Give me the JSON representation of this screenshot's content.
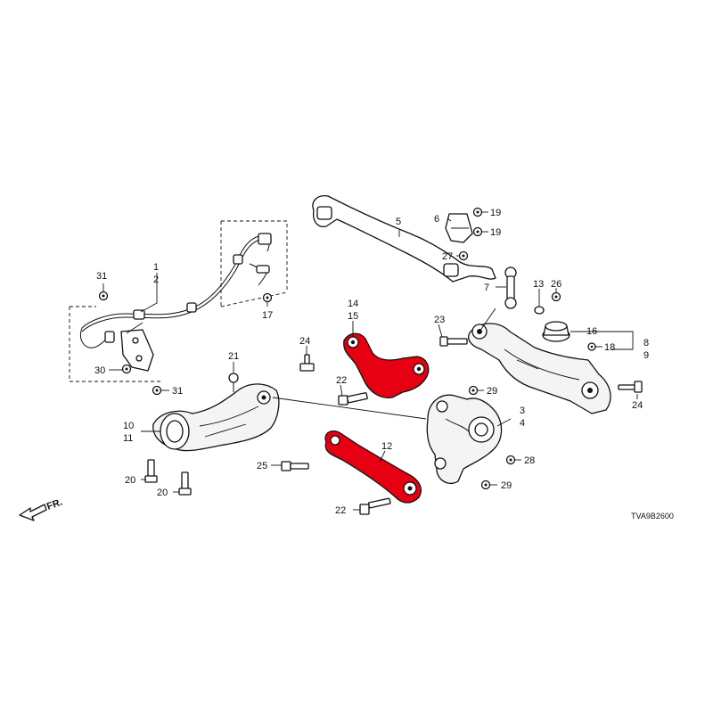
{
  "diagram": {
    "code": "TVA9B2600",
    "front_label": "FR.",
    "highlight_color": "#e60012",
    "callouts": [
      {
        "id": "c1",
        "text": "1"
      },
      {
        "id": "c2",
        "text": "2"
      },
      {
        "id": "c3",
        "text": "3"
      },
      {
        "id": "c4",
        "text": "4"
      },
      {
        "id": "c5",
        "text": "5"
      },
      {
        "id": "c6",
        "text": "6"
      },
      {
        "id": "c7",
        "text": "7"
      },
      {
        "id": "c8",
        "text": "8"
      },
      {
        "id": "c9",
        "text": "9"
      },
      {
        "id": "c10",
        "text": "10"
      },
      {
        "id": "c11",
        "text": "11"
      },
      {
        "id": "c12",
        "text": "12"
      },
      {
        "id": "c13",
        "text": "13"
      },
      {
        "id": "c14",
        "text": "14"
      },
      {
        "id": "c15",
        "text": "15"
      },
      {
        "id": "c16",
        "text": "16"
      },
      {
        "id": "c17",
        "text": "17"
      },
      {
        "id": "c18",
        "text": "18"
      },
      {
        "id": "c19a",
        "text": "19"
      },
      {
        "id": "c19b",
        "text": "19"
      },
      {
        "id": "c20a",
        "text": "20"
      },
      {
        "id": "c20b",
        "text": "20"
      },
      {
        "id": "c21",
        "text": "21"
      },
      {
        "id": "c22a",
        "text": "22"
      },
      {
        "id": "c22b",
        "text": "22"
      },
      {
        "id": "c23",
        "text": "23"
      },
      {
        "id": "c24a",
        "text": "24"
      },
      {
        "id": "c24b",
        "text": "24"
      },
      {
        "id": "c25",
        "text": "25"
      },
      {
        "id": "c26",
        "text": "26"
      },
      {
        "id": "c27",
        "text": "27"
      },
      {
        "id": "c28",
        "text": "28"
      },
      {
        "id": "c29a",
        "text": "29"
      },
      {
        "id": "c29b",
        "text": "29"
      },
      {
        "id": "c30",
        "text": "30"
      },
      {
        "id": "c31a",
        "text": "31"
      },
      {
        "id": "c31b",
        "text": "31"
      }
    ]
  }
}
